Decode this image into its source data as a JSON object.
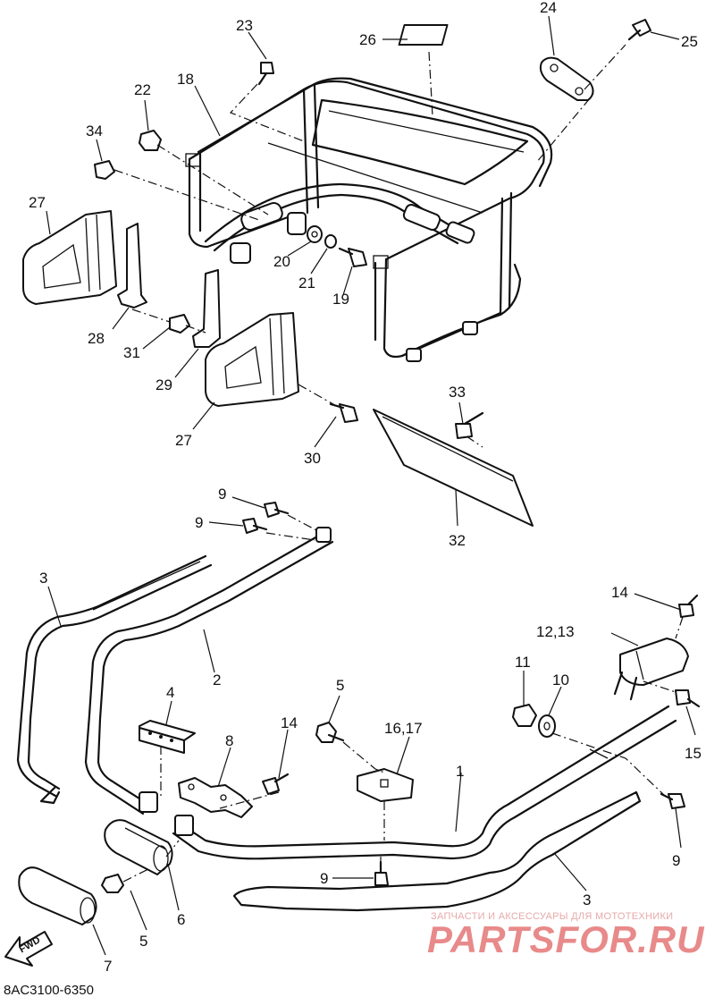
{
  "diagram": {
    "code": "8AC3100-6350",
    "fwd_label": "FWD"
  },
  "callouts": {
    "c1": "1",
    "c2": "2",
    "c3a": "3",
    "c3b": "3",
    "c4": "4",
    "c5a": "5",
    "c5b": "5",
    "c6": "6",
    "c7": "7",
    "c8": "8",
    "c9a": "9",
    "c9b": "9",
    "c9c": "9",
    "c9d": "9",
    "c10": "10",
    "c11": "11",
    "c12_13": "12,13",
    "c14a": "14",
    "c14b": "14",
    "c15": "15",
    "c16_17": "16,17",
    "c18": "18",
    "c19": "19",
    "c20": "20",
    "c21": "21",
    "c22": "22",
    "c23": "23",
    "c24": "24",
    "c25": "25",
    "c26": "26",
    "c27a": "27",
    "c27b": "27",
    "c28": "28",
    "c29": "29",
    "c30": "30",
    "c31": "31",
    "c32": "32",
    "c33": "33",
    "c34": "34"
  },
  "watermark": {
    "tagline": "ЗАПЧАСТИ И АКСЕССУАРЫ ДЛЯ МОТОТЕХНИКИ",
    "logo": "PARTSFOR.RU"
  },
  "colors": {
    "ink": "#111111",
    "watermark": "#e88a8a"
  }
}
